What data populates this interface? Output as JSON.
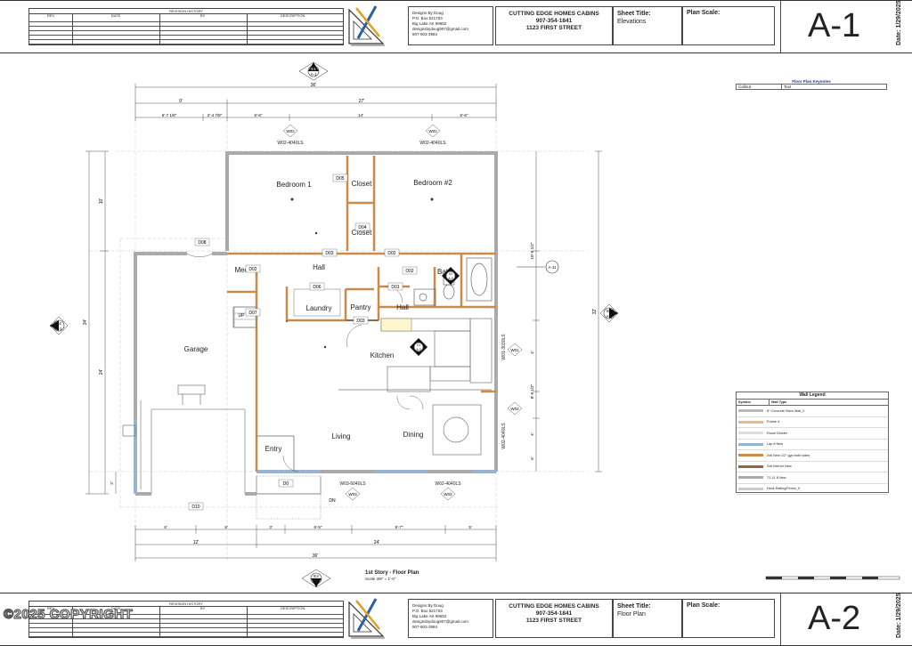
{
  "revision": {
    "title": "REVISION HISTORY",
    "columns": [
      "REV",
      "DATE",
      "BY",
      "DESCRIPTION"
    ]
  },
  "designer": {
    "lines": [
      "Designs By Doug",
      "P.O. Box 521703",
      "Big Lake AK 99652",
      "designsbydoug907@gmail.com",
      "907-903-3984"
    ]
  },
  "company": {
    "name": "CUTTING EDGE HOMES CABINS",
    "phone": "907-354-1841",
    "address": "1123 FIRST STREET"
  },
  "top_sheet": {
    "title_label": "Sheet Title:",
    "title": "Elevations",
    "scale_label": "Plan Scale:",
    "number": "A-1",
    "date": "Date: 1/29/2025"
  },
  "bottom_sheet": {
    "title_label": "Sheet Title:",
    "title": "Floor Plan",
    "scale_label": "Plan Scale:",
    "number": "A-2",
    "date": "Date: 1/29/2025"
  },
  "copyright": "©2025 COPYRIGHT",
  "keynotes": {
    "title": "Floor Plan Keynotes",
    "col1": "Callout",
    "col2": "Text"
  },
  "legend": {
    "title": "Wall Legend",
    "col1": "Symbol",
    "col2": "Wall Type",
    "items": [
      {
        "label": "8\" Concrete Stem Wall_0",
        "color": "#b8b8b8"
      },
      {
        "label": "Frame 4",
        "color": "#e8b888"
      },
      {
        "label": "Room Divider",
        "color": "#dddddd"
      },
      {
        "label": "Lap 8 New",
        "color": "#9ab4d0"
      },
      {
        "label": "2x6 New 1/2\" gyp both sides",
        "color": "#c98a4a"
      },
      {
        "label": "2x6 Interior New",
        "color": "#8a6a4a"
      },
      {
        "label": "T1-11 8 New",
        "color": "#aaaaaa"
      },
      {
        "label": "Deck Railing/Fence_0",
        "color": "#cccccc"
      }
    ]
  },
  "plan": {
    "title": "1st Story - Floor Plan",
    "scale": "Scale 3/8\" = 1'-0\"",
    "rooms": {
      "bedroom1": "Bedroom 1",
      "bedroom2": "Bedroom #2",
      "closet1": "Closet",
      "closet2": "Closet",
      "hall1": "Hall",
      "hall2": "Hall",
      "mech": "Mec",
      "laundry": "Laundry",
      "pantry": "Pantry",
      "bath": "Bat",
      "garage": "Garage",
      "kitchen": "Kitchen",
      "living": "Living",
      "dining": "Dining",
      "entry": "Entry"
    },
    "doors": [
      "D08",
      "D05",
      "D04",
      "D03",
      "D02",
      "D02",
      "D06",
      "D01",
      "D02",
      "D07",
      "D03",
      "D0",
      "D10"
    ],
    "windows": {
      "w02_top_left": "W02-4040LS",
      "w02_top_right": "W02-4040LS",
      "w01": "W01-3030LS",
      "w02_right": "W02-4040LS",
      "w03_bottom": "W03-6040LS",
      "w02_bottom": "W02-4040LS"
    },
    "window_tags": [
      "W02",
      "W02",
      "W01",
      "W02",
      "W03",
      "W02"
    ],
    "marks": {
      "up": "UP",
      "dn": "DN"
    },
    "callouts": {
      "north": [
        "E1",
        "A-1"
      ],
      "south": [
        "E3",
        "A-1"
      ],
      "east": [
        "E2",
        "A-1"
      ],
      "west": [
        "E4",
        "A-1"
      ],
      "section": [
        "A-11"
      ],
      "kitchen": [
        "X1",
        "A-3"
      ],
      "bath": [
        "X2",
        "A-3"
      ]
    },
    "dims": {
      "overall_top": "36'",
      "top_seg1": "9'",
      "top_seg2": "27'",
      "sub1": "6'-7 1/8\"",
      "sub2": "2'-4 7/8\"",
      "sub3": "6'-6\"",
      "sub4": "14'",
      "sub5": "6'-6\"",
      "overall_bottom": "36'",
      "bot_seg1": "12'",
      "bot_seg2": "24'",
      "bot_sub1": "6'",
      "bot_sub2": "6'",
      "bot_sub3": "3'",
      "bot_sub4": "6'-5\"",
      "bot_sub5": "9'-7\"",
      "bot_sub6": "5'",
      "left_overall": "34'",
      "left_top": "10'",
      "left_bottom": "24'",
      "left_sub": "2'",
      "right_overall": "32'",
      "right_a": "10'-9 1/2\"",
      "right_b": "8'-9 1/2\"",
      "right_c": "4'",
      "right_d": "4'",
      "right_e": "6'"
    }
  }
}
